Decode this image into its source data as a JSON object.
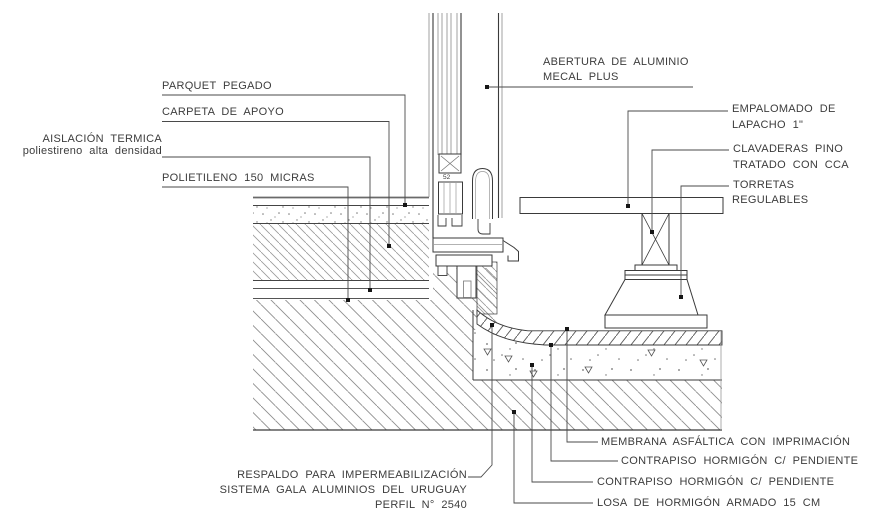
{
  "colors": {
    "background": "#ffffff",
    "outline": "#3a3a3a",
    "hatch": "#8d8d8d",
    "text": "#3c3c3c"
  },
  "callouts": {
    "left": [
      {
        "id": "parquet",
        "lines": [
          "PARQUET  PEGADO"
        ]
      },
      {
        "id": "carpeta",
        "lines": [
          "CARPETA  DE  APOYO"
        ]
      },
      {
        "id": "aislacion",
        "lines": [
          "AISLACIÓN  TERMICA",
          "poliestireno  alta  densidad"
        ]
      },
      {
        "id": "polietileno",
        "lines": [
          "POLIETILENO  150  MICRAS"
        ]
      }
    ],
    "right": [
      {
        "id": "abertura",
        "lines": [
          "ABERTURA  DE  ALUMINIO",
          "MECAL  PLUS"
        ]
      },
      {
        "id": "empalomado",
        "lines": [
          "EMPALOMADO  DE",
          "LAPACHO  1\""
        ]
      },
      {
        "id": "clavaderas",
        "lines": [
          "CLAVADERAS  PINO",
          "TRATADO  CON  CCA"
        ]
      },
      {
        "id": "torretas",
        "lines": [
          "TORRETAS",
          "REGULABLES"
        ]
      }
    ],
    "bottom_left": [
      {
        "id": "respaldo",
        "lines": [
          "RESPALDO  PARA  IMPERMEABILIZACIÓN",
          "SISTEMA  GALA  ALUMINIOS  DEL  URUGUAY",
          "PERFIL  N°  2540"
        ]
      }
    ],
    "bottom_right": [
      {
        "id": "membrana",
        "lines": [
          "MEMBRANA  ASFÁLTICA  CON  IMPRIMACIÓN"
        ]
      },
      {
        "id": "contrapiso1",
        "lines": [
          "CONTRAPISO  HORMIGÓN  C/  PENDIENTE"
        ]
      },
      {
        "id": "contrapiso2",
        "lines": [
          "CONTRAPISO  HORMIGÓN  C/  PENDIENTE"
        ]
      },
      {
        "id": "losa",
        "lines": [
          "LOSA  DE  HORMIGÓN  ARMADO  15  CM"
        ]
      }
    ]
  },
  "glazing_mark": "52"
}
